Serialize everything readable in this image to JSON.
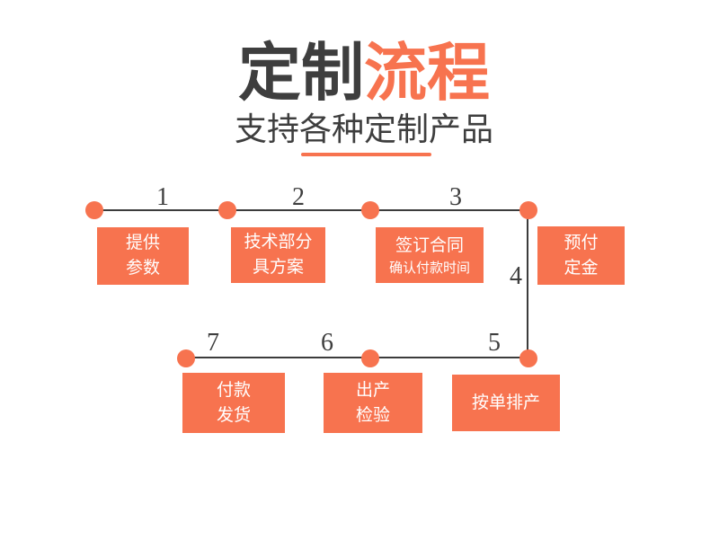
{
  "header": {
    "title_dark": "定制",
    "title_accent": "流程",
    "subtitle": "支持各种定制产品"
  },
  "colors": {
    "accent": "#f7734f",
    "dark": "#3e3e3e",
    "line": "#3c3c3c",
    "box_text": "#ffffff"
  },
  "flow": {
    "steps": [
      {
        "number": "1",
        "line1": "提供",
        "line2": "参数"
      },
      {
        "number": "2",
        "line1": "技术部分",
        "line2": "具方案"
      },
      {
        "number": "3",
        "line1": "签订合同",
        "line2": "确认付款时间"
      },
      {
        "number": "4",
        "line1": "预付",
        "line2": "定金"
      },
      {
        "number": "5",
        "line1": "按单排产"
      },
      {
        "number": "6",
        "line1": "出产",
        "line2": "检验"
      },
      {
        "number": "7",
        "line1": "付款",
        "line2": "发货"
      }
    ]
  }
}
